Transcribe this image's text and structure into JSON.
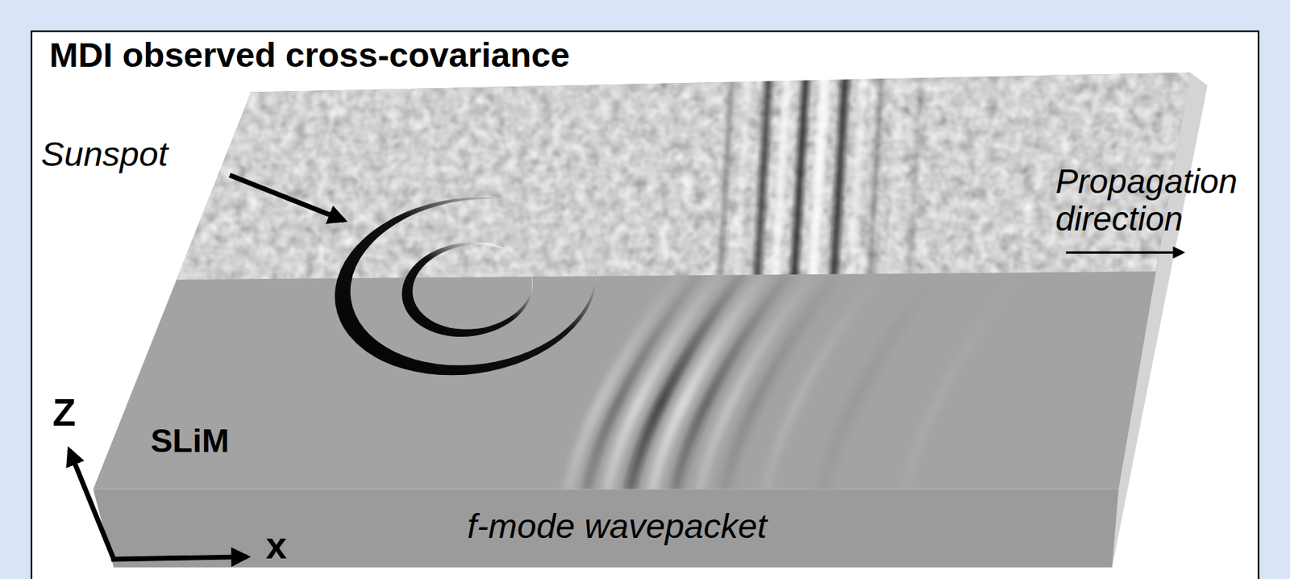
{
  "diagram": {
    "title": "MDI observed cross-covariance",
    "labels": [
      "Sunspot",
      "Propagation direction",
      "Z",
      "SLiM",
      "x",
      "f-mode wavepacket"
    ]
  }
}
